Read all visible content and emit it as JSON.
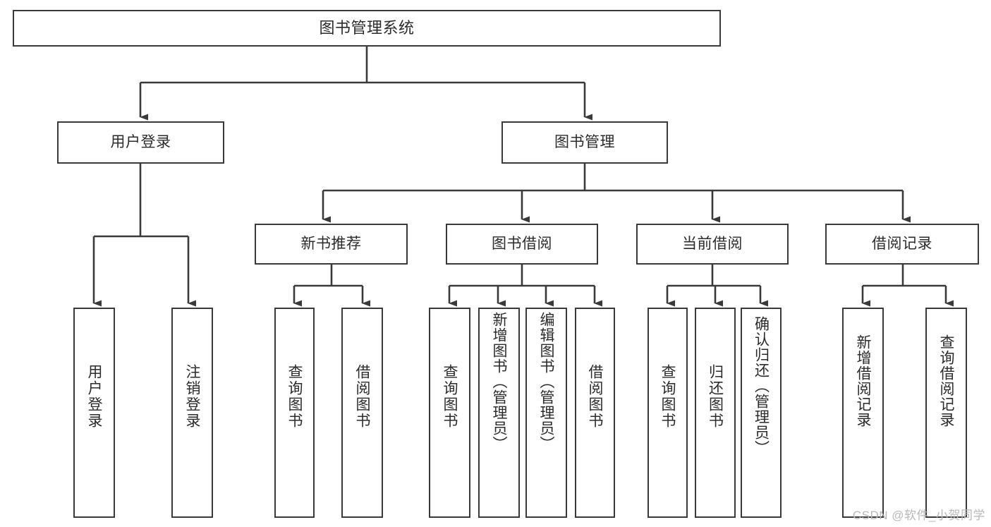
{
  "diagram": {
    "title": "图书管理系统",
    "type": "hierarchy-tree",
    "stroke_color": "#3a3a3a",
    "background_color": "#ffffff",
    "text_color": "#2b2b2b",
    "levels": {
      "root": "图书管理系统",
      "level2": [
        "用户登录",
        "图书管理"
      ],
      "level3": [
        "新书推荐",
        "图书借阅",
        "当前借阅",
        "借阅记录"
      ]
    },
    "nodes": {
      "root": "图书管理系统",
      "user_login": "用户登录",
      "book_manage": "图书管理",
      "new_book_rec": "新书推荐",
      "book_borrow": "图书借阅",
      "current_borrow": "当前借阅",
      "borrow_record": "借阅记录",
      "leaf_user_login": "用户登录",
      "leaf_logout": "注销登录",
      "leaf_query_book_1": "查询图书",
      "leaf_borrow_book_1": "借阅图书",
      "leaf_query_book_2": "查询图书",
      "leaf_add_book_admin": "新增图书（管理员）",
      "leaf_edit_book_admin": "编辑图书（管理员）",
      "leaf_borrow_book_2": "借阅图书",
      "leaf_query_book_3": "查询图书",
      "leaf_return_book": "归还图书",
      "leaf_confirm_return_admin": "确认归还（管理员）",
      "leaf_add_record": "新增借阅记录",
      "leaf_query_record": "查询借阅记录"
    }
  },
  "watermark": {
    "text": "CSDN @软件_小贺同学"
  }
}
